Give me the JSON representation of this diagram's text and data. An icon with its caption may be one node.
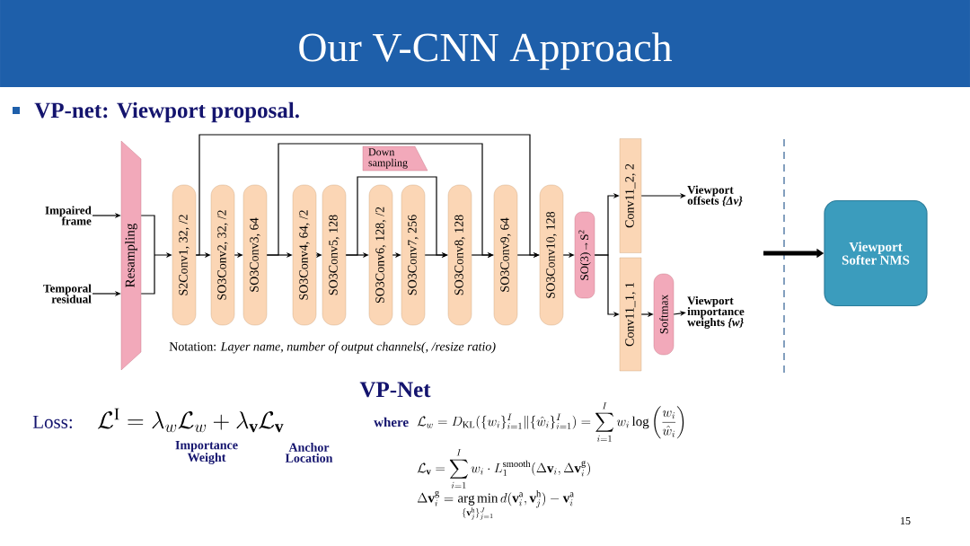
{
  "diagram": {
    "title": "Our V-CNN Approach",
    "nodes": [
      {
        "text": [
          "Impaired frame"
        ]
      },
      {
        "text": [
          "Temporal residual"
        ]
      },
      {
        "text": [
          "Resampling"
        ]
      },
      {
        "text": [
          "S2Conv1, 32, /2"
        ]
      },
      {
        "text": [
          "SO3Conv2, 32, /2"
        ]
      },
      {
        "text": [
          "SO3Conv3, 64"
        ]
      },
      {
        "text": [
          "SO3Conv4, 64, /2"
        ]
      },
      {
        "text": [
          "SO3Conv5, 128"
        ]
      },
      {
        "text": [
          "SO3Conv6, 128, /2"
        ]
      },
      {
        "text": [
          "SO3Conv7, 256"
        ]
      },
      {
        "text": [
          "SO3Conv8, 128"
        ]
      },
      {
        "text": [
          "SO3Conv9, 64"
        ]
      },
      {
        "text": [
          "SO3Conv10, 128"
        ]
      },
      {
        "text": [
          "SO(3)→S$^{2}$"
        ]
      },
      {
        "text": [
          "Conv11_2, 2"
        ]
      },
      {
        "text": [
          "Conv11_1, 1"
        ]
      },
      {
        "text": [
          "Softmax"
        ]
      },
      {
        "text": [
          "Viewport offsets *{Δv}*"
        ]
      },
      {
        "text": [
          "Viewport importance weights *{w}*"
        ]
      },
      {
        "text": [
          "Viewport Softer NMS"
        ]
      },
      {
        "text": [
          "Down sampling"
        ]
      }
    ],
    "edges": [
      {
        "from": 0,
        "to": 2,
        "arrow": "to"
      },
      {
        "from": 1,
        "to": 2,
        "arrow": "to"
      },
      {
        "from": 2,
        "to": 3,
        "arrow": "to"
      },
      {
        "from": 3,
        "to": 4,
        "arrow": "to"
      },
      {
        "from": 4,
        "to": 5,
        "arrow": "to"
      },
      {
        "from": 5,
        "to": 6,
        "arrow": "to"
      },
      {
        "from": 6,
        "to": 7,
        "arrow": "to"
      },
      {
        "from": 7,
        "to": 8,
        "arrow": "to"
      },
      {
        "from": 8,
        "to": 9,
        "arrow": "to"
      },
      {
        "from": 9,
        "to": 10,
        "arrow": "to"
      },
      {
        "from": 10,
        "to": 11,
        "arrow": "to"
      },
      {
        "from": 11,
        "to": 12,
        "arrow": "to"
      },
      {
        "from": 12,
        "to": 13,
        "arrow": "to"
      },
      {
        "from": 13,
        "to": 14,
        "arrow": "to"
      },
      {
        "from": 13,
        "to": 15,
        "arrow": "to"
      },
      {
        "from": 14,
        "to": 17,
        "arrow": "to"
      },
      {
        "from": 15,
        "to": 16,
        "arrow": "to"
      },
      {
        "from": 16,
        "to": 18,
        "arrow": "to"
      },
      {
        "from": 3,
        "to": 12,
        "arrow": "to"
      },
      {
        "from": 5,
        "to": 11,
        "arrow": "to"
      },
      {
        "from": 7,
        "to": 10,
        "arrow": "to"
      },
      {
        "from": null,
        "to": 19,
        "arrow": "to",
        "style": "thick"
      }
    ],
    "labels": [
      "VP-net: Viewport proposal.",
      "Notation: *Layer name, number of output channels(, /resize ratio)*",
      "VP-Net",
      "Loss:",
      "\\mathcal{L}^{\\mathrm{I}} = \\lambda_{w}\\mathcal{L}_{w} + \\lambda_{\\mathbf{v}}\\mathcal{L}_{\\mathbf{v}}",
      "Importance Weight",
      "Anchor Location",
      "where",
      "\\mathcal{L}_{w} = D_{\\mathrm{KL}}(\\{w_{i}\\}_{i=1}^{I} \\| \\{\\hat{w}_{i}\\}_{i=1}^{I}) = \\sum_{i=1}^{I} w_{i} \\log\\left(\\frac{w_{i}}{\\hat{w}_{i}}\\right)",
      "\\mathcal{L}_{\\mathbf{v}} = \\sum_{i=1}^{I} w_{i} \\cdot L_{1}^{\\mathrm{smooth}}(\\Delta\\mathbf{v}_{i}, \\Delta\\mathbf{v}_{i}^{\\mathrm{g}})",
      "\\Delta\\mathbf{v}_{i}^{\\mathrm{g}} = \\mathop{\\arg\\min}\\limits_{\\{\\mathbf{v}_{j}^{\\mathrm{h}}\\}_{j=1}^{J}} d(\\mathbf{v}_{i}^{\\mathrm{a}}, \\mathbf{v}_{j}^{\\mathrm{h}}) - \\mathbf{v}_{i}^{\\mathrm{a}}",
      "15"
    ]
  }
}
